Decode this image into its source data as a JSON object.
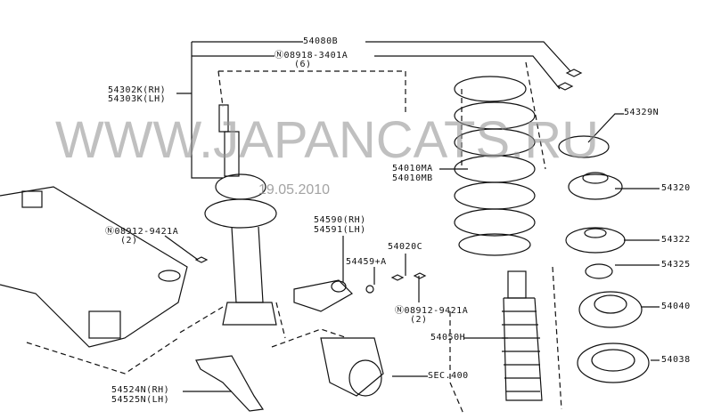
{
  "watermark": "WWW.JAPANCATS.RU",
  "date_stamp": "19.05.2010",
  "labels": {
    "p54080B": "54080B",
    "p08918": "Ⓝ08918-3401A",
    "p08918_qty": "(6)",
    "strut_rh": "54302K(RH)",
    "strut_lh": "54303K(LH)",
    "p54329N": "54329N",
    "spring_a": "54010MA",
    "spring_b": "54010MB",
    "p54320": "54320",
    "p54322": "54322",
    "p54325": "54325",
    "p54040": "54040",
    "p54038": "54038",
    "p54050H": "54050H",
    "sec400": "SEC.400",
    "nut_left": "Ⓝ08912-9421A",
    "nut_left_qty": "(2)",
    "nut_right": "Ⓝ08912-9421A",
    "nut_right_qty": "(2)",
    "bracket_rh": "54590(RH)",
    "bracket_lh": "54591(LH)",
    "p54020C": "54020C",
    "p54459A": "54459+A",
    "arm_rh": "54524N(RH)",
    "arm_lh": "54525N(LH)"
  }
}
